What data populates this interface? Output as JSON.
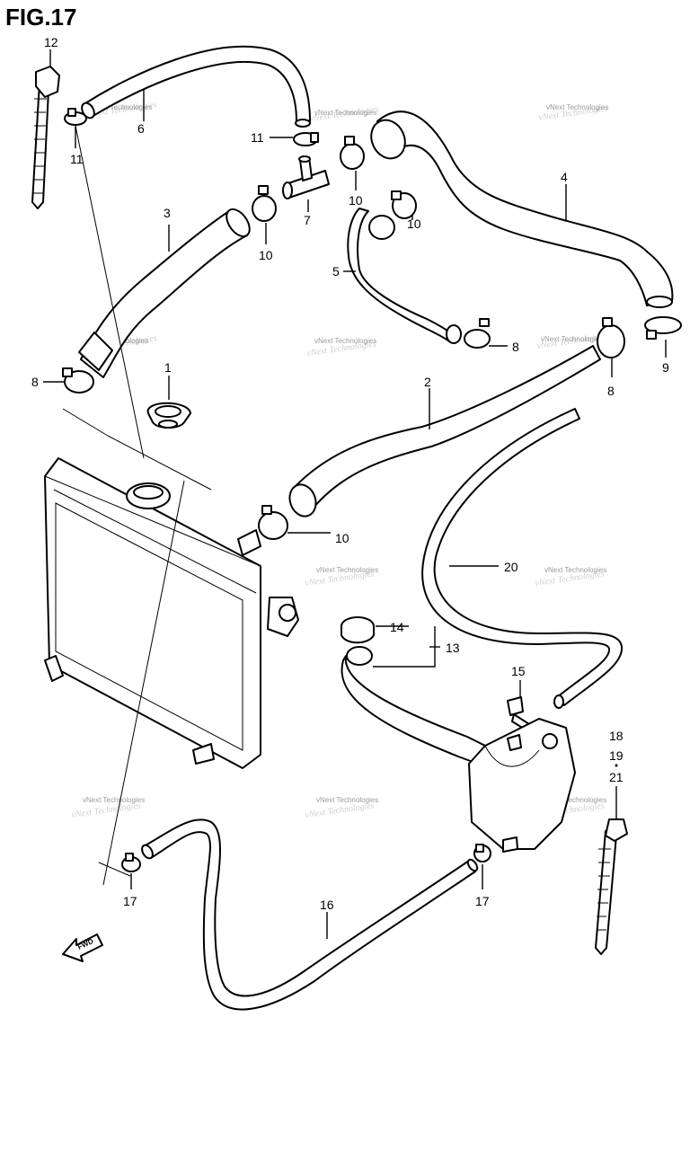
{
  "figure": {
    "title": "FIG.17"
  },
  "watermark": {
    "text": "vNext Technologies"
  },
  "fwd_arrow": {
    "label": "FWD"
  },
  "callouts": [
    {
      "id": "c-12",
      "text": "12"
    },
    {
      "id": "c-6",
      "text": "6"
    },
    {
      "id": "c-11a",
      "text": "11"
    },
    {
      "id": "c-11b",
      "text": "11"
    },
    {
      "id": "c-3",
      "text": "3"
    },
    {
      "id": "c-4",
      "text": "4"
    },
    {
      "id": "c-7",
      "text": "7"
    },
    {
      "id": "c-10a",
      "text": "10"
    },
    {
      "id": "c-10b",
      "text": "10"
    },
    {
      "id": "c-10c",
      "text": "10"
    },
    {
      "id": "c-10d",
      "text": "10"
    },
    {
      "id": "c-5",
      "text": "5"
    },
    {
      "id": "c-8a",
      "text": "8"
    },
    {
      "id": "c-8b",
      "text": "8"
    },
    {
      "id": "c-8c",
      "text": "8"
    },
    {
      "id": "c-9",
      "text": "9"
    },
    {
      "id": "c-1",
      "text": "1"
    },
    {
      "id": "c-2",
      "text": "2"
    },
    {
      "id": "c-20",
      "text": "20"
    },
    {
      "id": "c-14",
      "text": "14"
    },
    {
      "id": "c-13",
      "text": "13"
    },
    {
      "id": "c-15",
      "text": "15"
    },
    {
      "id": "c-18",
      "text": "18"
    },
    {
      "id": "c-19",
      "text": "19"
    },
    {
      "id": "c-21",
      "text": "21"
    },
    {
      "id": "c-16",
      "text": "16"
    },
    {
      "id": "c-17a",
      "text": "17"
    },
    {
      "id": "c-17b",
      "text": "17"
    }
  ]
}
